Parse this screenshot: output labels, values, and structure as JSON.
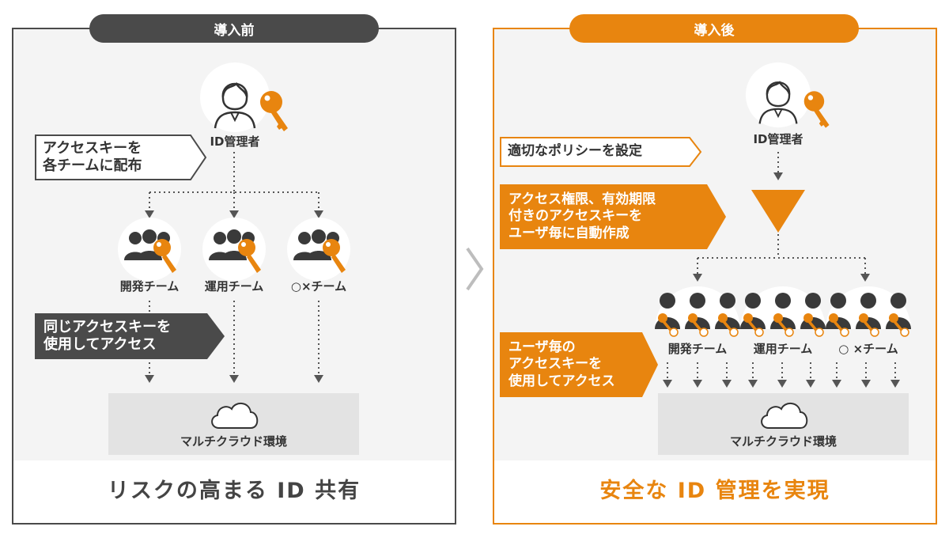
{
  "before": {
    "header": "導入前",
    "admin_label": "ID管理者",
    "callout_distribute": "アクセスキーを\n各チームに配布",
    "teams": [
      "開発チーム",
      "運用チーム",
      "○×チーム"
    ],
    "callout_shared": "同じアクセスキーを\n使用してアクセス",
    "cloud_label": "マルチクラウド環境",
    "caption": "リスクの高まる ID 共有"
  },
  "after": {
    "header": "導入後",
    "admin_label": "ID管理者",
    "callout_policy": "適切なポリシーを設定",
    "callout_auto": "アクセス権限、有効期限\n付きのアクセスキーを\nユーザ毎に自動作成",
    "teams": [
      "開発チーム",
      "運用チーム",
      "○ ×チーム"
    ],
    "callout_peruser": "ユーザ毎の\nアクセスキーを\n使用してアクセス",
    "cloud_label": "マルチクラウド環境",
    "caption": "安全な ID 管理を実現"
  },
  "colors": {
    "orange": "#e8850f",
    "dark_gray": "#4a4a4a",
    "panel_gray": "#f4f4f4",
    "cloud_gray": "#e3e3e3"
  },
  "icons": {
    "admin": "person-icon",
    "key": "key-icon",
    "team": "group-icon",
    "cloud": "cloud-icon",
    "arrow": "chevron-right-icon"
  }
}
